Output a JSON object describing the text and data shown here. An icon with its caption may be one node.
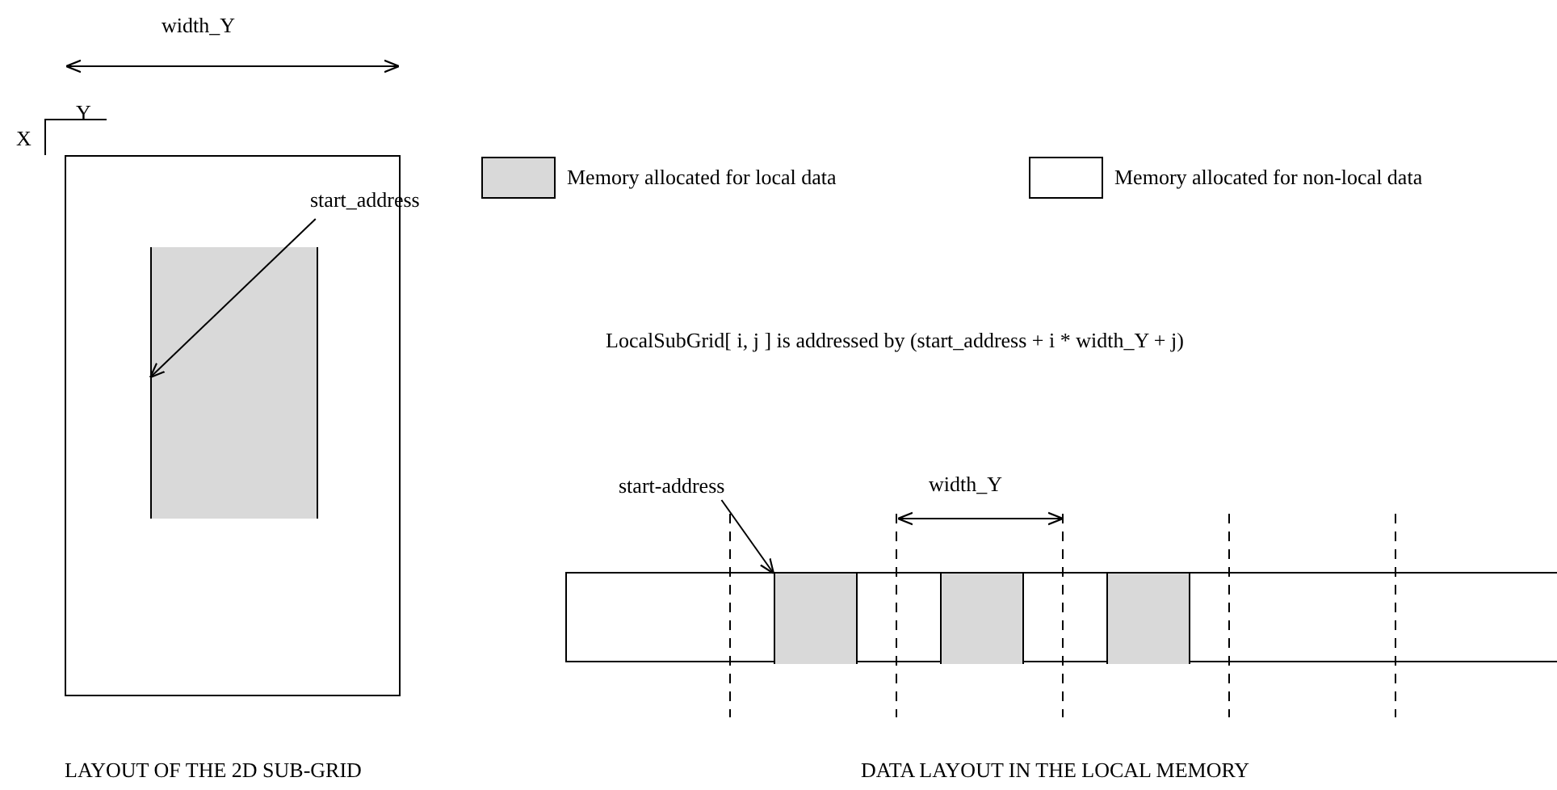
{
  "diagram": {
    "nodes": [
      {
        "text": [],
        "shape": "box"
      },
      {
        "text": [],
        "shape": "box",
        "in": 0
      },
      {
        "text": [
          "start_address"
        ]
      },
      {
        "text": [],
        "shape": "bar"
      },
      {
        "text": [],
        "shape": "box",
        "in": 3
      },
      {
        "text": [],
        "shape": "box",
        "in": 3
      },
      {
        "text": [],
        "shape": "box",
        "in": 3
      },
      {
        "text": [
          "start-address"
        ]
      }
    ],
    "edges": [
      {
        "from": 2,
        "to": 1,
        "arrow": "to"
      },
      {
        "from": 7,
        "to": 4,
        "arrow": "to"
      }
    ],
    "labels": [
      "width_Y",
      "Y",
      "X",
      "LocalSubGrid[ i, j ] is addressed by (start_address + i * width_Y + j)",
      "width_Y",
      "LAYOUT OF THE 2D SUB-GRID",
      "DATA LAYOUT IN THE LOCAL MEMORY"
    ],
    "legend": [
      {
        "text": "Memory allocated for local data",
        "color": "#d9d9d9"
      },
      {
        "text": "Memory allocated for non-local data",
        "color": "#ffffff"
      }
    ]
  }
}
